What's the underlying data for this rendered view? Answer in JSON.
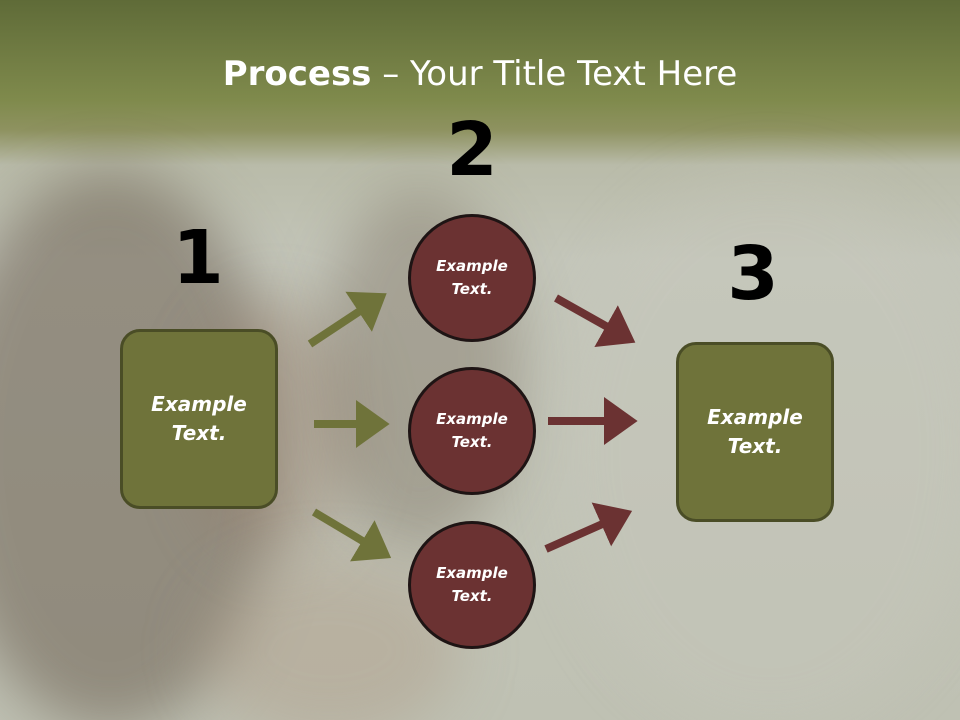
{
  "title": {
    "bold": "Process",
    "rest": " – Your Title Text Here"
  },
  "steps": [
    {
      "number": "1",
      "label_line1": "Example",
      "label_line2": "Text."
    },
    {
      "number": "2"
    },
    {
      "number": "3",
      "label_line1": "Example",
      "label_line2": "Text."
    }
  ],
  "circles": [
    {
      "label_line1": "Example",
      "label_line2": "Text."
    },
    {
      "label_line1": "Example",
      "label_line2": "Text."
    },
    {
      "label_line1": "Example",
      "label_line2": "Text."
    }
  ],
  "colors": {
    "box_fill": "#6f733a",
    "box_border": "#4a4d26",
    "circle_fill": "#6b3232",
    "circle_border": "#1e1414",
    "arrow_left": "#6f733a",
    "arrow_right": "#6b3232",
    "title_band": "#7f8a4c"
  }
}
